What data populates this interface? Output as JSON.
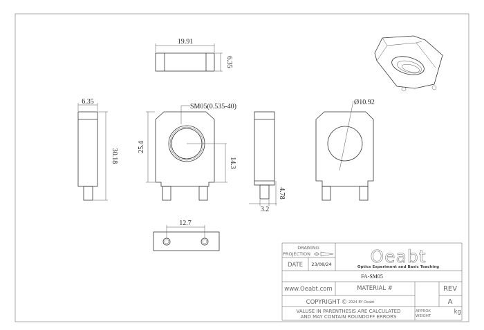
{
  "dimensions": {
    "top_width": "19.91",
    "top_thickness": "6.35",
    "side_thickness": "6.35",
    "side_height": "30.18",
    "front_height": "25.4",
    "thread_label": "SM05(0.535-40)",
    "center_height": "14.3",
    "pin_width": "3.2",
    "pin_length": "4.78",
    "bore_diameter": "Ø10.92",
    "pin_spacing": "12.7"
  },
  "title_block": {
    "drawing": "DRAWING",
    "projection": "PROJECTION",
    "date_label": "DATE",
    "date_value": "23/08/24",
    "logo_text": "Oeabt",
    "logo_tagline": "Optics Experiment and Basic Teaching",
    "part_number": "FA-SM05",
    "website": "www.Oeabt.com",
    "material": "MATERIAL #",
    "rev_label": "REV",
    "rev_value": "A",
    "copyright": "COPYRIGHT",
    "copyright_symbol": "©",
    "copyright_detail": "2024 BY Oeabt",
    "note_line1": "VALUSE IN PARENTHESIS ARE CALCULATED",
    "note_line2": "AND MAY CONTAIN ROUNDOFF ERRORS",
    "approx": "APPROX",
    "weight": "WEIGHT",
    "unit": "kg"
  }
}
